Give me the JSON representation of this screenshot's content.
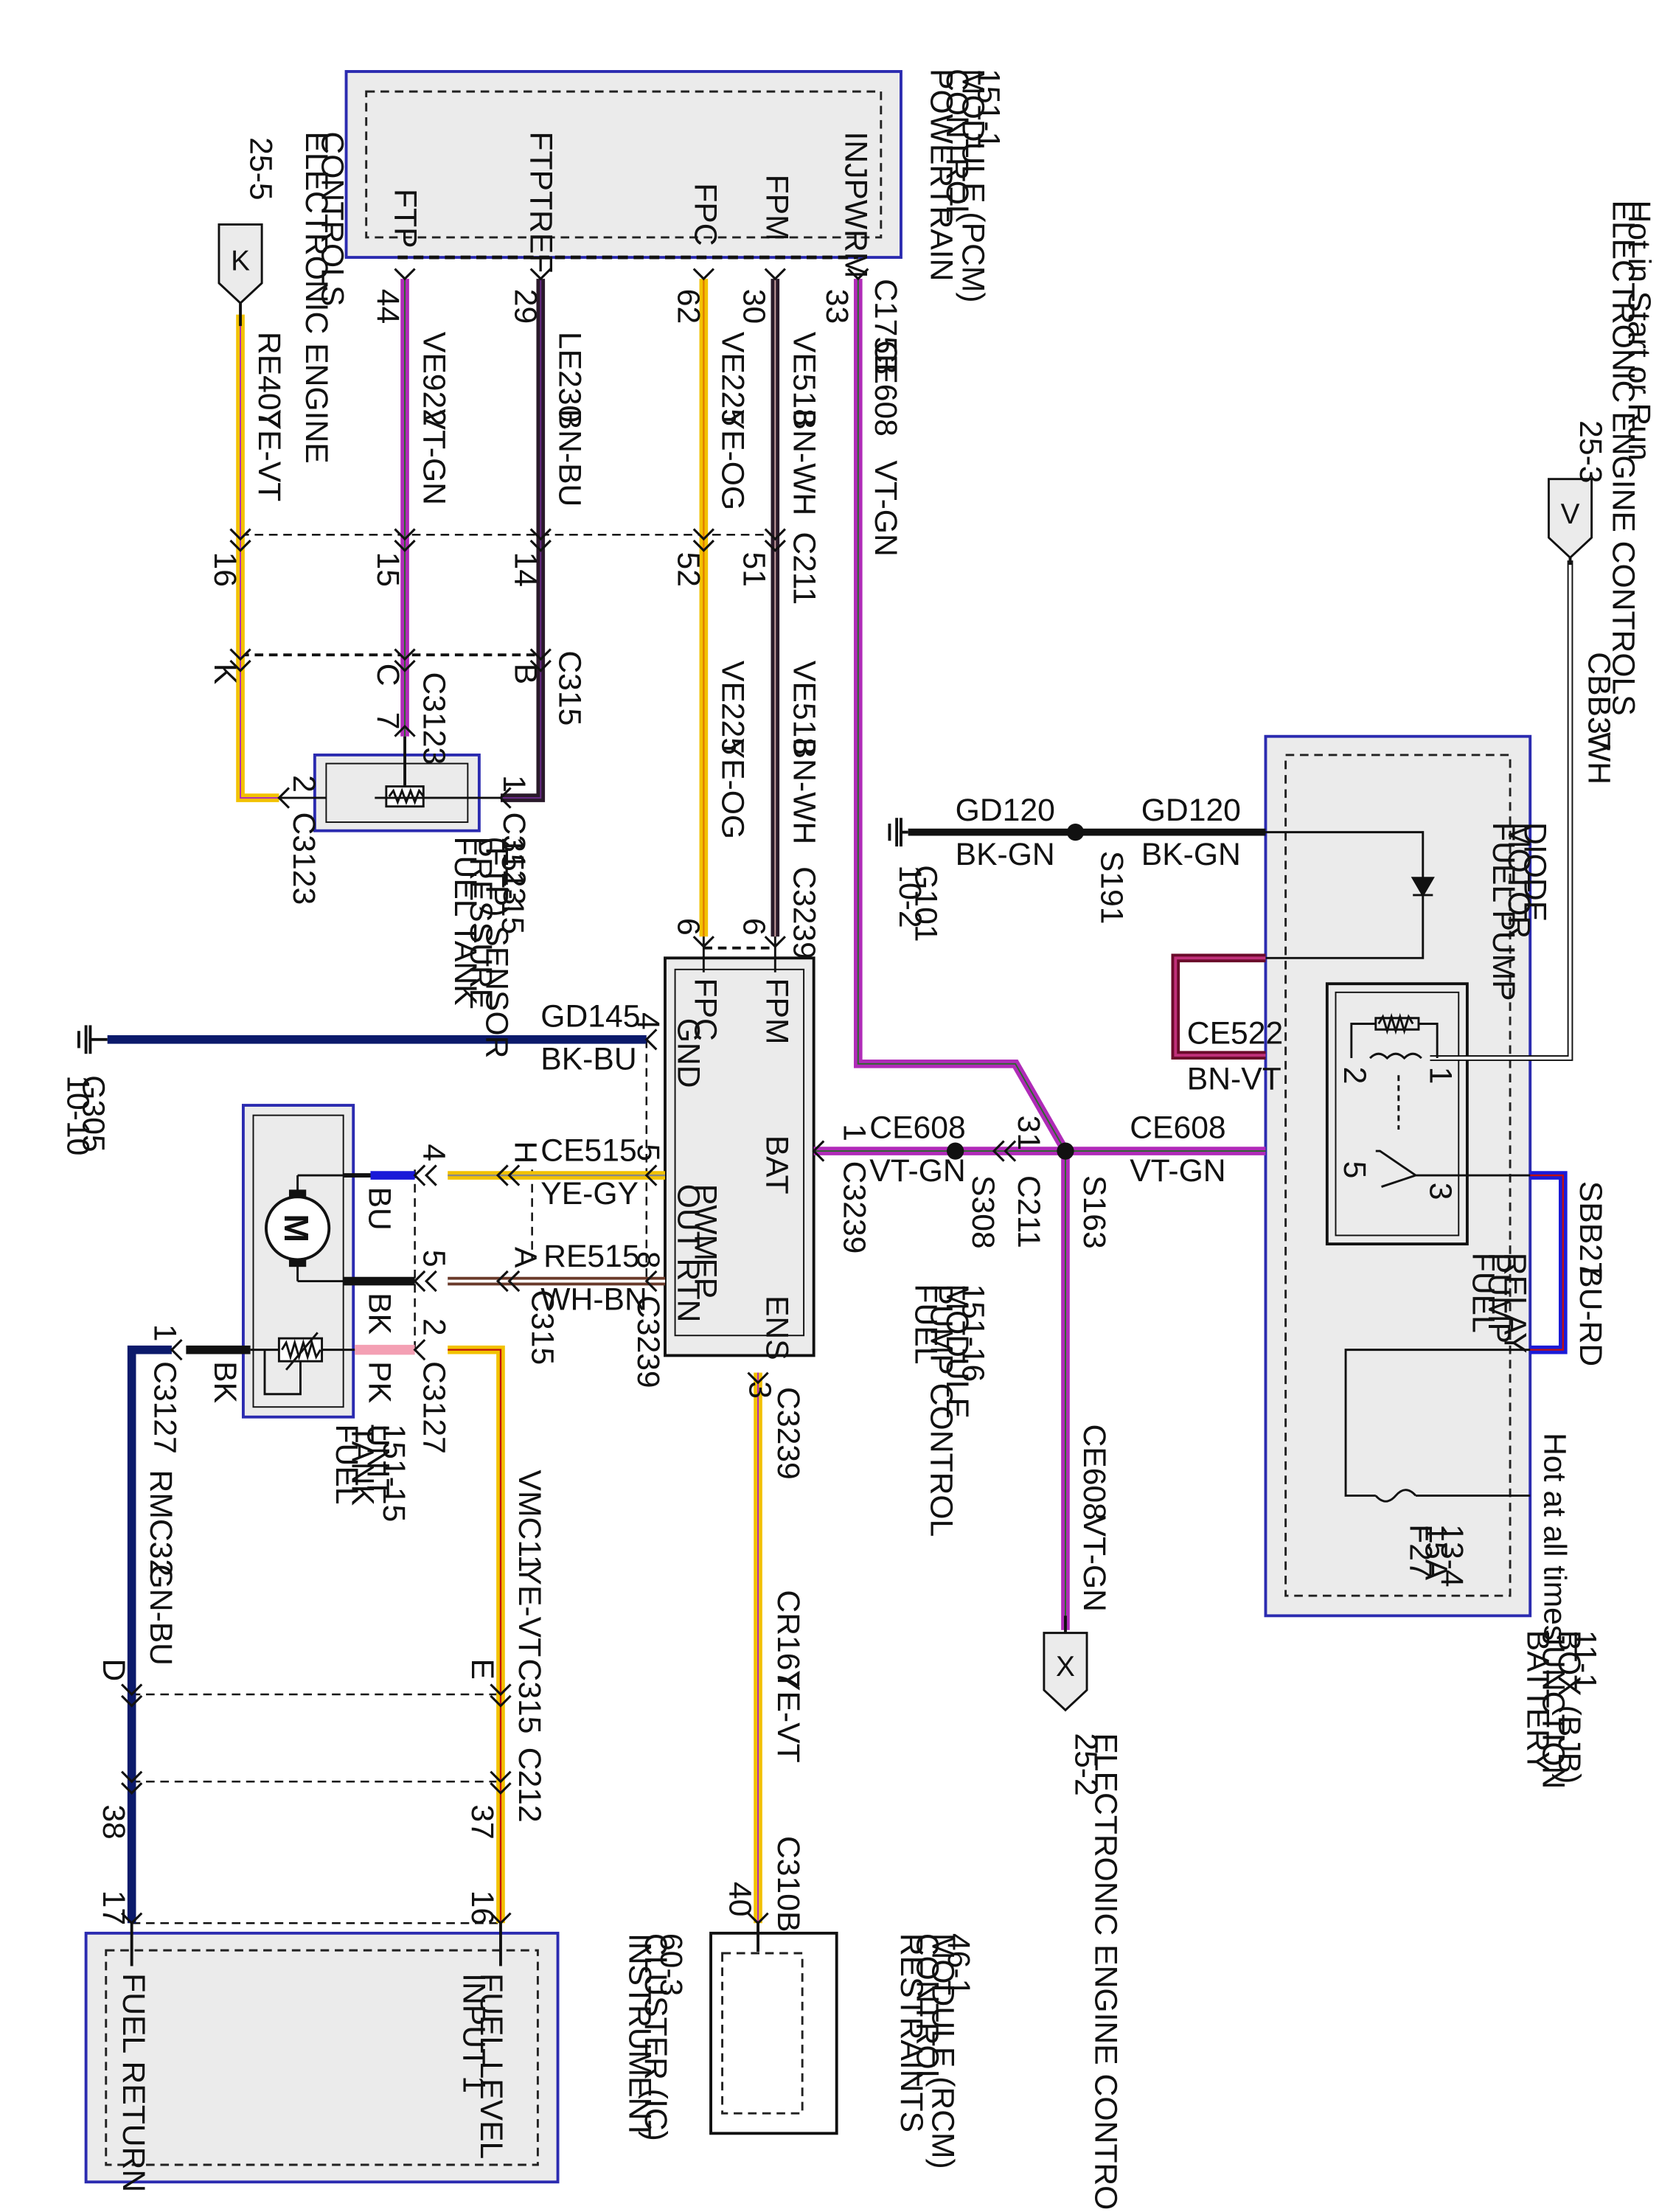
{
  "colors": {
    "box_fill": "#ebebeb",
    "box_border": "#2b2bb0",
    "wire_violet": "#b02bb8",
    "wire_yellow": "#f2c200",
    "wire_dark": "#2a1a2a",
    "wire_black": "#111111",
    "wire_blue": "#1a1ad8",
    "wire_navy": "#0b1a6b",
    "wire_pink": "#f4a0b4",
    "wire_red": "#c01010",
    "wire_brownred": "#6a0a2a"
  },
  "icons": [
    "connector-arrow-icon",
    "ground-symbol-icon",
    "motor-icon",
    "variable-resistor-icon",
    "diode-icon",
    "relay-coil-icon",
    "fuse-icon",
    "splice-dot-icon"
  ],
  "modules": {
    "pcm": {
      "lines": [
        "POWERTRAIN",
        "CONTROL",
        "MODULE (PCM)",
        "151-1"
      ],
      "pins": [
        "INJPWRM",
        "FPM",
        "FPC",
        "FTPTREF",
        "FTP"
      ],
      "connector": "C175B"
    },
    "bjb": {
      "lines": [
        "BATTERY",
        "JUNCTION",
        "BOX (BJB)",
        "11-1"
      ]
    },
    "fpcm": {
      "lines": [
        "FUEL",
        "PUMP CONTROL",
        "MODULE",
        "151-16"
      ],
      "pins": [
        "FPM",
        "FPC",
        "GND",
        "BAT",
        "PWM",
        "OUT",
        "FP",
        "RTN",
        "ENS"
      ]
    },
    "ftp": {
      "lines": [
        "FUEL TANK",
        "PRESSURE",
        "(FTP) SENSOR",
        "151-15"
      ]
    },
    "ftu": {
      "lines": [
        "FUEL",
        "TANK",
        "UNIT",
        "151-15"
      ],
      "motor": "M"
    },
    "ic": {
      "lines": [
        "INSTRUMENT",
        "CLUSTER (IC)",
        "60-3"
      ],
      "pins": [
        "FUEL LEVEL",
        "INPUT 1",
        "FUEL RETURN"
      ]
    },
    "rcm": {
      "lines": [
        "RESTRAINTS",
        "CONTROL",
        "MODULE (RCM)",
        "46-1"
      ]
    }
  },
  "relay": {
    "lines": [
      "FUEL",
      "PUMP",
      "RELAY"
    ],
    "pins": [
      "1",
      "2",
      "3",
      "5"
    ]
  },
  "diode": {
    "lines": [
      "FUEL PUMP",
      "MOTOR",
      "DIODE"
    ]
  },
  "fuse": {
    "lines": [
      "F27",
      "15A",
      "13-4"
    ],
    "hot": "Hot at all times"
  },
  "refs": {
    "eec_top": {
      "lines": [
        "ELECTRONIC ENGINE CONTROLS",
        "Hot in Start or Run"
      ],
      "page": "25-3",
      "letter": "V"
    },
    "eec_left": {
      "lines": [
        "ELECTRONIC ENGINE",
        "CONTROLS"
      ],
      "page": "25-5",
      "letter": "K"
    },
    "eec_bottom": {
      "label": "ELECTRONIC ENGINE CONTROLS",
      "page": "25-2",
      "letter": "X"
    }
  },
  "grounds": {
    "g101": {
      "name": "G101",
      "page": "10-2"
    },
    "g305": {
      "name": "G305",
      "page": "10-10"
    }
  },
  "splices": [
    "S191",
    "S308",
    "S163"
  ],
  "connectors": [
    "C211",
    "C315",
    "C3123",
    "C3239",
    "C3127",
    "C212",
    "C310B"
  ],
  "wires": {
    "cbb37": {
      "circuit": "CBB37",
      "color": "WH"
    },
    "gd120": {
      "circuit": "GD120",
      "color": "BK-GN"
    },
    "ce522": {
      "circuit": "CE522",
      "color": "BN-VT"
    },
    "ce608": {
      "circuit": "CE608",
      "color": "VT-GN"
    },
    "sbb27": {
      "circuit": "SBB27",
      "color": "BU-RD"
    },
    "gd145": {
      "circuit": "GD145",
      "color": "BK-BU"
    },
    "ce515": {
      "circuit": "CE515",
      "color": "YE-GY"
    },
    "re515": {
      "circuit": "RE515",
      "color": "WH-BN"
    },
    "cr167": {
      "circuit": "CR167",
      "color": "YE-VT"
    },
    "ve518": {
      "circuit": "VE518",
      "color": "BN-WH"
    },
    "ve225": {
      "circuit": "VE225",
      "color": "YE-OG"
    },
    "le230": {
      "circuit": "LE230",
      "color": "BN-BU"
    },
    "ve922": {
      "circuit": "VE922",
      "color": "VT-GN"
    },
    "re407": {
      "circuit": "RE407",
      "color": "YE-VT"
    },
    "vmc11": {
      "circuit": "VMC11",
      "color": "YE-VT"
    },
    "rmc32": {
      "circuit": "RMC32",
      "color": "GN-BU"
    }
  },
  "wire_colors_short": [
    "BU",
    "BK",
    "PK",
    "BK"
  ],
  "pin_numbers": [
    "33",
    "30",
    "62",
    "29",
    "44",
    "51",
    "52",
    "14",
    "15",
    "16",
    "7",
    "6",
    "1",
    "2",
    "3",
    "4",
    "5",
    "8",
    "31",
    "5",
    "4",
    "2",
    "1",
    "38",
    "37",
    "17",
    "16",
    "40"
  ],
  "pin_letters": [
    "B",
    "C",
    "K",
    "H",
    "A",
    "D",
    "E"
  ]
}
